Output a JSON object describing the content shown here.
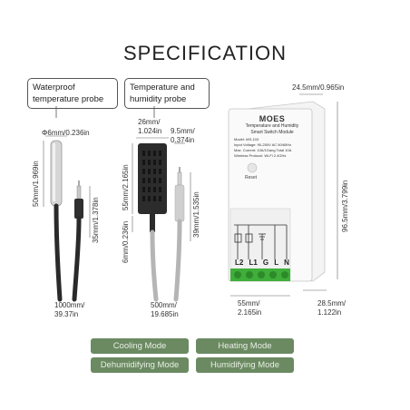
{
  "title": "SPECIFICATION",
  "callouts": {
    "waterproof": [
      "Waterproof",
      "temperature probe"
    ],
    "humidity": [
      "Temperature and",
      "humidity probe"
    ]
  },
  "dimensions": {
    "probe_diameter": "Φ6mm/0.236in",
    "probe_length": "50mm/1.969in",
    "jack_length_left": "35mm/1.378in",
    "cable_left": [
      "1000mm/",
      "39.37in"
    ],
    "sensor_width": [
      "26mm/",
      "1.024in"
    ],
    "jack_width": [
      "9.5mm/",
      "0.374in"
    ],
    "sensor_height": "55mm/2.165in",
    "sensor_neck": "6mm/0.236in",
    "jack_length_right": "39mm/1.535in",
    "cable_right": [
      "500mm/",
      "19.685in"
    ],
    "module_depth": "24.5mm/0.965in",
    "module_height": "96.5mm/3.799in",
    "module_width": [
      "55mm/",
      "2.165in"
    ],
    "module_base": [
      "28.5mm/",
      "1.122in"
    ]
  },
  "module": {
    "brand": "MOES",
    "name": [
      "Temperature and Humidity",
      "Smart Switch Module"
    ],
    "specs": [
      "Model: MS-103",
      "Input Voltage: 90-250V AC 50/60Hz",
      "Max. Current: 10A/1Gang Total 10A",
      "Wireless Protocol: Wi-Fi 2.4GHz"
    ],
    "reset_label": "Reset",
    "terminals": [
      "L2",
      "L1",
      "G",
      "L",
      "N"
    ]
  },
  "modes": [
    "Cooling Mode",
    "Heating Mode",
    "Dehumidifying Mode",
    "Humidifying Mode"
  ],
  "colors": {
    "mode_button": "#6b8a62",
    "terminal_green": "#3fae3a"
  }
}
